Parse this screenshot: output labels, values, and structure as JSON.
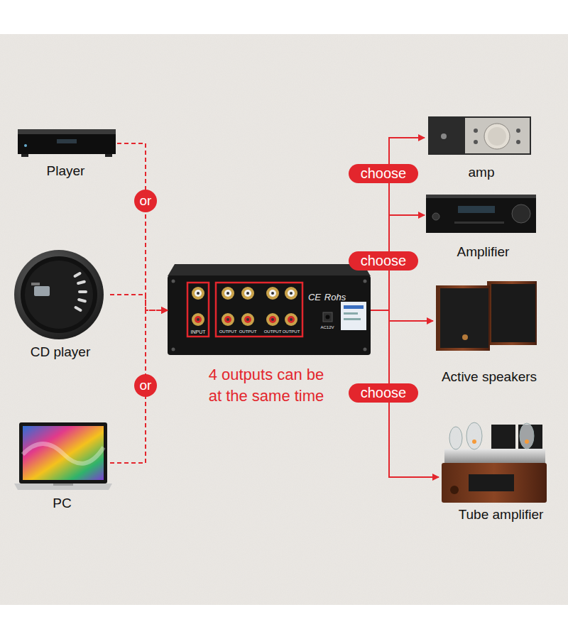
{
  "diagram": {
    "nodes": [
      {
        "text": [
          "Player"
        ]
      },
      {
        "text": [
          "CD player"
        ]
      },
      {
        "text": [
          "PC"
        ]
      },
      {
        "text": [
          "INPUT",
          "OUTPUT",
          "OUTPUT",
          "OUTPUT",
          "OUTPUT",
          "CE",
          "Rohs",
          "AC12V"
        ]
      },
      {
        "text": [
          "amp"
        ]
      },
      {
        "text": [
          "Amplifier"
        ]
      },
      {
        "text": [
          "Active speakers"
        ]
      },
      {
        "text": [
          "Tube amplifier"
        ]
      }
    ],
    "edges": [
      {
        "from": 0,
        "to": 3,
        "arrow": "to",
        "label": "or"
      },
      {
        "from": 1,
        "to": 3,
        "arrow": "to"
      },
      {
        "from": 2,
        "to": 3,
        "arrow": "to",
        "label": "or"
      },
      {
        "from": 3,
        "to": 4,
        "arrow": "to",
        "label": "choose"
      },
      {
        "from": 3,
        "to": 5,
        "arrow": "to",
        "label": "choose"
      },
      {
        "from": 3,
        "to": 6,
        "arrow": "to"
      },
      {
        "from": 3,
        "to": 7,
        "arrow": "to",
        "label": "choose"
      }
    ],
    "labels": [
      "4 outputs can be at the same time"
    ]
  }
}
